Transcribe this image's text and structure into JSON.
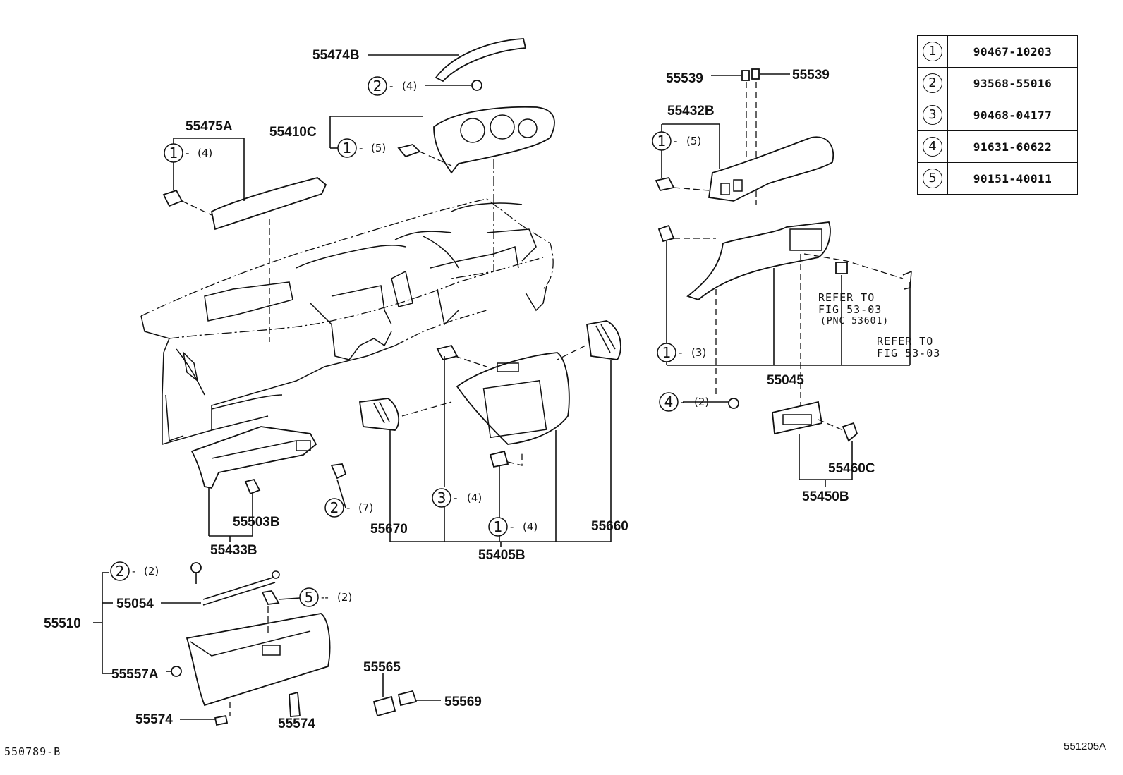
{
  "legend": [
    {
      "key": "1",
      "part": "90467-10203"
    },
    {
      "key": "2",
      "part": "93568-55016"
    },
    {
      "key": "3",
      "part": "90468-04177"
    },
    {
      "key": "4",
      "part": "91631-60622"
    },
    {
      "key": "5",
      "part": "90151-40011"
    }
  ],
  "labels": {
    "p55474B": "55474B",
    "p55475A": "55475A",
    "p55410C": "55410C",
    "p55539a": "55539",
    "p55539b": "55539",
    "p55432B": "55432B",
    "p55045": "55045",
    "p55503B": "55503B",
    "p55433B": "55433B",
    "p55670": "55670",
    "p55660": "55660",
    "p55405B": "55405B",
    "p55460C": "55460C",
    "p55450B": "55450B",
    "p55054": "55054",
    "p55510": "55510",
    "p55557A": "55557A",
    "p55574a": "55574",
    "p55574b": "55574",
    "p55565": "55565",
    "p55569": "55569"
  },
  "callouts": {
    "c1": {
      "key": "2",
      "qty": "(4)"
    },
    "c2": {
      "key": "1",
      "qty": "(4)"
    },
    "c3": {
      "key": "1",
      "qty": "(5)"
    },
    "c4": {
      "key": "1",
      "qty": "(5)"
    },
    "c5": {
      "key": "1",
      "qty": "(3)"
    },
    "c6": {
      "key": "4",
      "qty": "(2)"
    },
    "c7": {
      "key": "2",
      "qty": "(7)"
    },
    "c8": {
      "key": "3",
      "qty": "(4)"
    },
    "c9": {
      "key": "1",
      "qty": "(4)"
    },
    "c10": {
      "key": "2",
      "qty": "(2)"
    },
    "c11": {
      "key": "5",
      "qty": "(2)"
    }
  },
  "refs": {
    "ref1_line1": "REFER TO",
    "ref1_line2": "FIG 53-03",
    "ref1_line3": "(PNC 53601)",
    "ref2_line1": "REFER TO",
    "ref2_line2": "FIG 53-03"
  },
  "codes": {
    "left": "550789-B",
    "right": "551205A"
  }
}
